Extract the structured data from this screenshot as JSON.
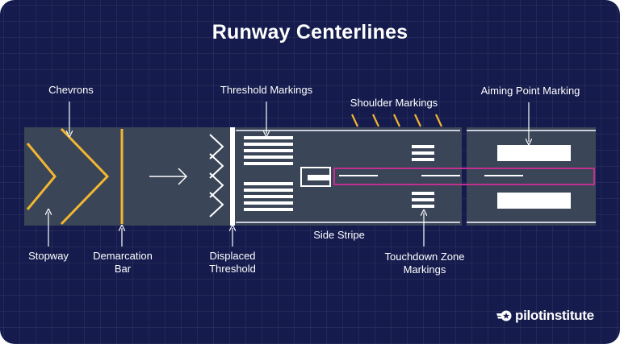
{
  "title": "Runway Centerlines",
  "labels": {
    "chevrons": "Chevrons",
    "threshold_markings": "Threshold Markings",
    "shoulder_markings": "Shoulder Markings",
    "aiming_point_marking": "Aiming Point Marking",
    "stopway": "Stopway",
    "demarcation_bar_line1": "Demarcation",
    "demarcation_bar_line2": "Bar",
    "displaced_threshold_line1": "Displaced",
    "displaced_threshold_line2": "Threshold",
    "side_stripe": "Side Stripe",
    "touchdown_zone_line1": "Touchdown Zone",
    "touchdown_zone_line2": "Markings"
  },
  "brand": {
    "name": "pilotinstitute"
  },
  "colors": {
    "background": "#151c4d",
    "runway": "#3a4557",
    "marking": "#ffffff",
    "chevron": "#f2b631",
    "centerline_highlight": "#c2308f",
    "stripe": "#c9ced8"
  }
}
